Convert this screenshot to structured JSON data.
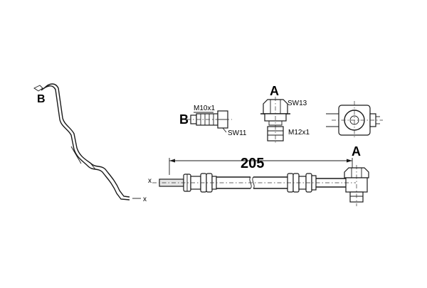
{
  "labels": {
    "overview_b": "B",
    "overview_x": "x",
    "detail_b": "B",
    "m10": "M10x1",
    "sw11": "SW11",
    "detail_a_top": "A",
    "sw13": "SW13",
    "m12": "M12x1",
    "main_x": "x",
    "length": "205",
    "main_a": "A"
  }
}
